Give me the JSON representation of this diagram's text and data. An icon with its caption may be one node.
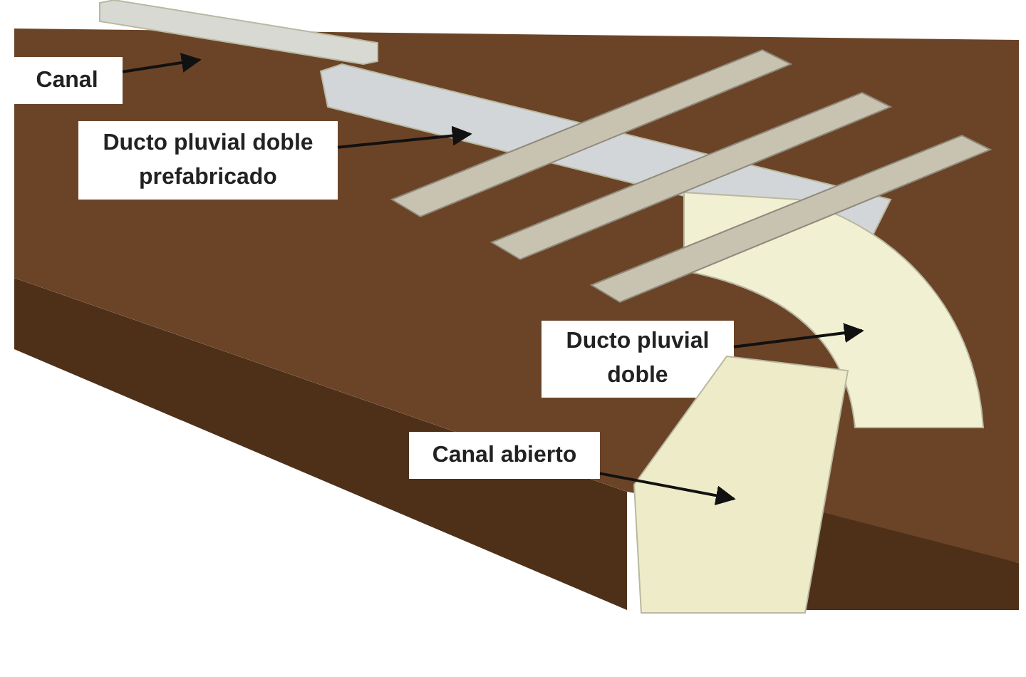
{
  "diagram": {
    "nodes": [
      {
        "text": [
          "Canal"
        ]
      },
      {
        "text": [
          "Ducto pluvial doble prefabricado"
        ]
      },
      {
        "text": [
          "Ducto pluvial doble"
        ]
      },
      {
        "text": [
          "Canal abierto"
        ]
      },
      {
        "text": [],
        "shape": "picture"
      },
      {
        "text": [],
        "shape": "picture"
      },
      {
        "text": [],
        "shape": "picture"
      },
      {
        "text": [],
        "shape": "picture"
      }
    ],
    "edges": [
      {
        "from": 0,
        "to": 4,
        "arrow": "to"
      },
      {
        "from": 1,
        "to": 5,
        "arrow": "to"
      },
      {
        "from": 2,
        "to": 6,
        "arrow": "to"
      },
      {
        "from": 3,
        "to": 7,
        "arrow": "to"
      }
    ]
  }
}
